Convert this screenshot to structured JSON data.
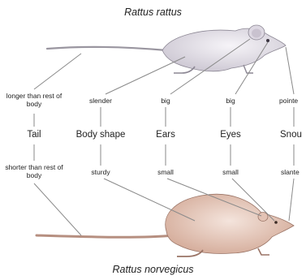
{
  "species": {
    "top": "Rattus rattus",
    "bottom": "Rattus norvegicus"
  },
  "traits": [
    {
      "name": "Tail",
      "rattus": "longer than rest of body",
      "norvegicus": "shorter than rest of body"
    },
    {
      "name": "Body shape",
      "rattus": "slender",
      "norvegicus": "sturdy"
    },
    {
      "name": "Ears",
      "rattus": "big",
      "norvegicus": "small"
    },
    {
      "name": "Eyes",
      "rattus": "big",
      "norvegicus": "small"
    },
    {
      "name": "Snou",
      "rattus": "pointe",
      "norvegicus": "slante"
    }
  ],
  "colors": {
    "rattus_fill": "#e9e6ec",
    "rattus_shade": "#c9c4cf",
    "norvegicus_fill": "#ecd8cf",
    "norvegicus_shade": "#d8b5a6",
    "line": "#8a8a8a"
  }
}
